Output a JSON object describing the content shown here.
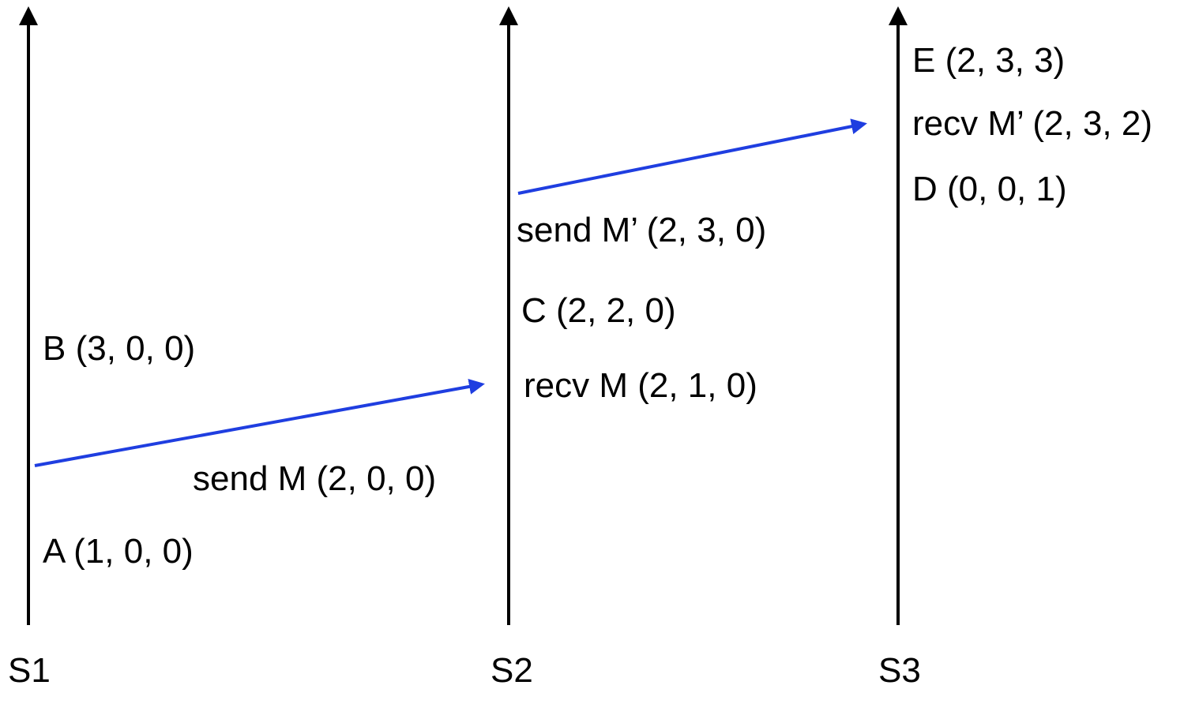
{
  "diagram": {
    "colors": {
      "timeline": "#000000",
      "message": "#1f3ee0",
      "text": "#000000",
      "background": "#ffffff"
    },
    "servers": [
      {
        "name": "S1"
      },
      {
        "name": "S2"
      },
      {
        "name": "S3"
      }
    ],
    "events": {
      "s1_b": "B  (3, 0, 0)",
      "s1_send_m": "send M (2, 0, 0)",
      "s1_a": "A (1, 0, 0)",
      "s2_send_m_prime": "send M’ (2, 3, 0)",
      "s2_c": "C (2, 2, 0)",
      "s2_recv_m": "recv M (2, 1, 0)",
      "s3_e": "E (2, 3, 3)",
      "s3_recv_m_prime": "recv M’ (2, 3, 2)",
      "s3_d": "D (0, 0, 1)"
    },
    "messages": [
      {
        "name": "M",
        "from": "S1",
        "to": "S2"
      },
      {
        "name": "M’",
        "from": "S2",
        "to": "S3"
      }
    ]
  }
}
